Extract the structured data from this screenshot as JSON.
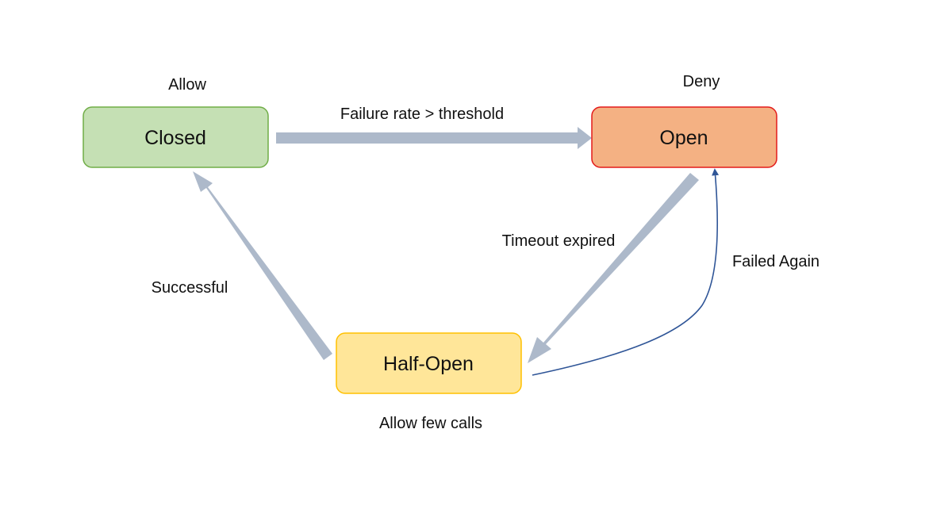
{
  "diagram": {
    "states": {
      "closed": {
        "label": "Closed",
        "note": "Allow",
        "fill": "#c5e0b4",
        "stroke": "#70ad47"
      },
      "open": {
        "label": "Open",
        "note": "Deny",
        "fill": "#f4b183",
        "stroke": "#e31a1a"
      },
      "half_open": {
        "label": "Half-Open",
        "note": "Allow few calls",
        "fill": "#ffe699",
        "stroke": "#ffc000"
      }
    },
    "transitions": {
      "closed_to_open": "Failure rate > threshold",
      "open_to_half_open": "Timeout expired",
      "half_open_to_closed": "Successful",
      "half_open_to_open": "Failed Again"
    },
    "colors": {
      "thick_arrow": "#adb9ca",
      "thin_arrow": "#2f5597"
    }
  }
}
